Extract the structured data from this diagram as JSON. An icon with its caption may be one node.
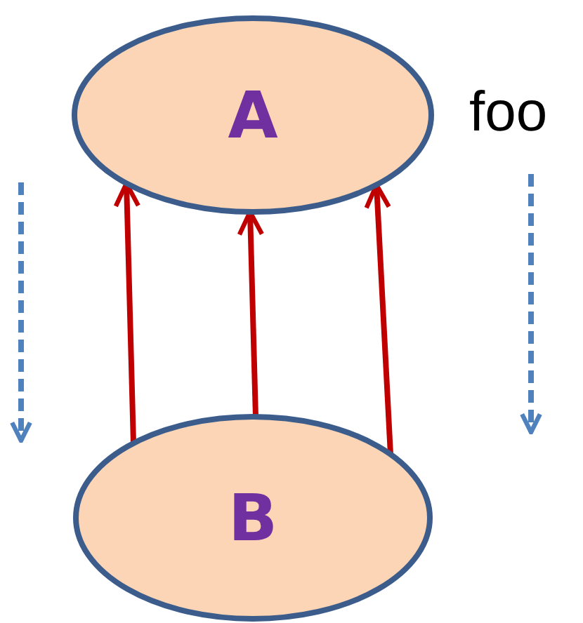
{
  "diagram": {
    "nodes": [
      {
        "text": [
          "A"
        ]
      },
      {
        "text": [
          "B"
        ]
      }
    ],
    "edges": [
      {
        "from": 1,
        "to": 0,
        "arrow": "to"
      },
      {
        "from": 1,
        "to": 0,
        "arrow": "to"
      },
      {
        "from": 1,
        "to": 0,
        "arrow": "to"
      }
    ],
    "labels": [
      "foo"
    ]
  }
}
